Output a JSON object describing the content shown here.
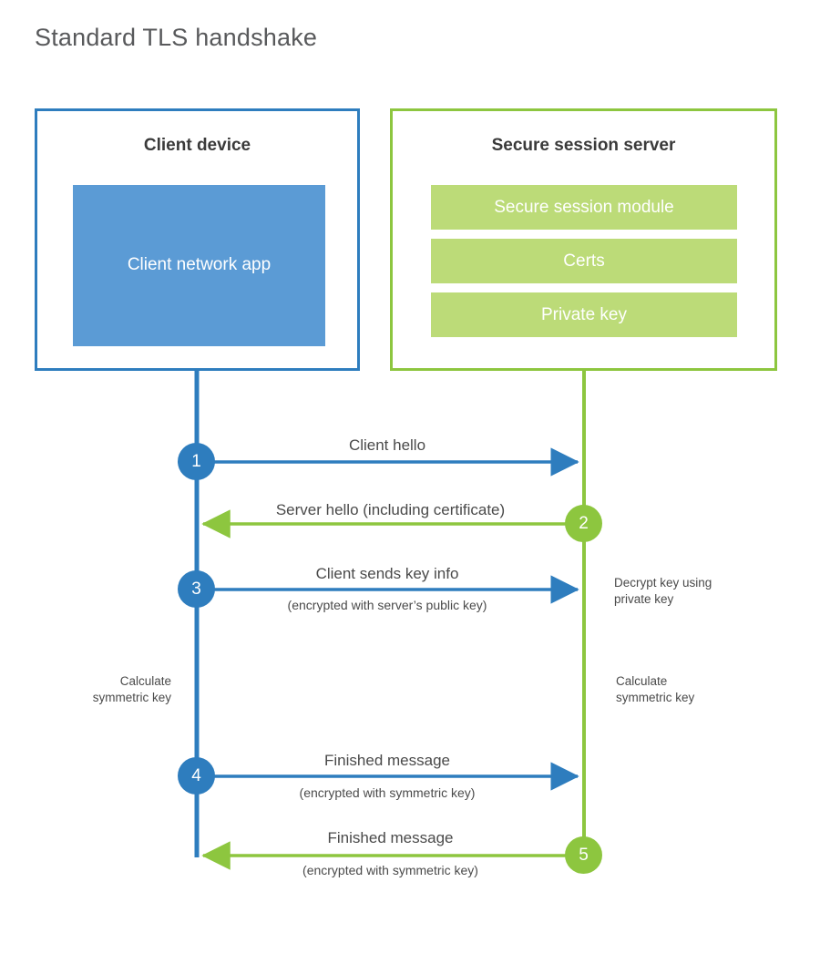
{
  "title": "Standard TLS handshake",
  "colors": {
    "client_accent": "#2E7DBE",
    "server_accent": "#8DC63F",
    "client_app_fill": "#5B9BD5",
    "server_bar_fill": "#BCDB78",
    "text": "#4a4a4a",
    "title_text": "#58595b"
  },
  "client": {
    "title": "Client device",
    "app_label": "Client network app"
  },
  "server": {
    "title": "Secure session server",
    "components": [
      {
        "label": "Secure session module"
      },
      {
        "label": "Certs"
      },
      {
        "label": "Private key"
      }
    ]
  },
  "steps": [
    {
      "number": "1",
      "label": "Client hello",
      "sublabel": "",
      "direction": "client-to-server",
      "actor": "client"
    },
    {
      "number": "2",
      "label": "Server hello (including certificate)",
      "sublabel": "",
      "direction": "server-to-client",
      "actor": "server"
    },
    {
      "number": "3",
      "label": "Client sends key info",
      "sublabel": "(encrypted with server’s public key)",
      "direction": "client-to-server",
      "actor": "client"
    },
    {
      "number": "4",
      "label": "Finished message",
      "sublabel": "(encrypted with symmetric key)",
      "direction": "client-to-server",
      "actor": "client"
    },
    {
      "number": "5",
      "label": "Finished message",
      "sublabel": "(encrypted with symmetric key)",
      "direction": "server-to-client",
      "actor": "server"
    }
  ],
  "annotations": {
    "server_decrypt": "Decrypt key using\nprivate key",
    "client_calculate": "Calculate\nsymmetric key",
    "server_calculate": "Calculate\nsymmetric key"
  }
}
